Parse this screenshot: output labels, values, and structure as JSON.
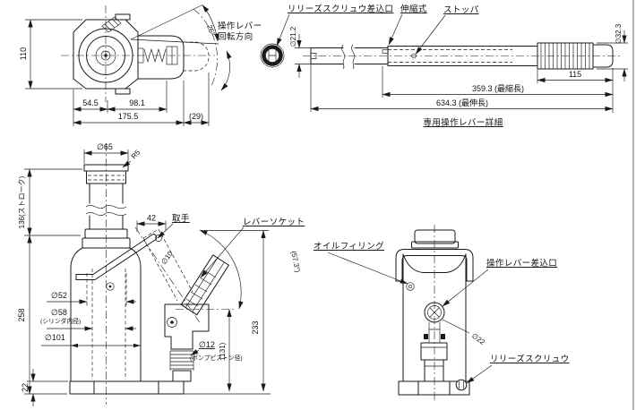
{
  "colors": {
    "ink": "#1a1a1a",
    "bg": "#ffffff"
  },
  "top_view": {
    "rotation_label_line1": "操作レバー",
    "rotation_label_line2": "回転方向",
    "angle": "25°",
    "dim_height": "110",
    "dim_left": "54.5",
    "dim_mid": "98.1",
    "dim_total": "175.5",
    "dim_overhang": "(29)"
  },
  "lever_detail": {
    "title": "専用操作レバー詳細",
    "release_port_label": "リリーズスクリュウ差込口",
    "telescopic_label": "伸縮式",
    "stopper_label": "ストッパ",
    "dim_shaft_dia": "∅21.2",
    "dim_grip_dia": "∅32.3",
    "dim_grip_length": "115",
    "dim_collapsed": "359.3 (最縮長)",
    "dim_extended": "634.3 (最伸長)"
  },
  "front_view": {
    "handle_label": "取手",
    "lever_socket_label": "レバーソケット",
    "dim_saddle_dia": "∅65",
    "dim_saddle_radius": "R5",
    "dim_stroke": "136(ストローク)",
    "dim_handle_offset": "42",
    "dim_handle_rod_dia": "∅10",
    "dim_socket_angle": "(57.3°)",
    "dim_ram_dia": "∅52",
    "dim_cylinder_bore": "∅58",
    "cylinder_bore_note": "(シリンダ内径)",
    "dim_base_dia": "∅101",
    "dim_body_height": "258",
    "dim_base_height": "22",
    "dim_pump_piston_dia": "∅12",
    "pump_piston_note": "(ポンプピストン径)",
    "dim_socket_center_height": "(131)",
    "dim_overall_height": "233"
  },
  "side_view": {
    "oil_filling_label": "オイルフィリング",
    "lever_port_label": "操作レバー差込口",
    "release_screw_label": "リリーズスクリュウ",
    "dim_socket_dia": "∅22"
  }
}
